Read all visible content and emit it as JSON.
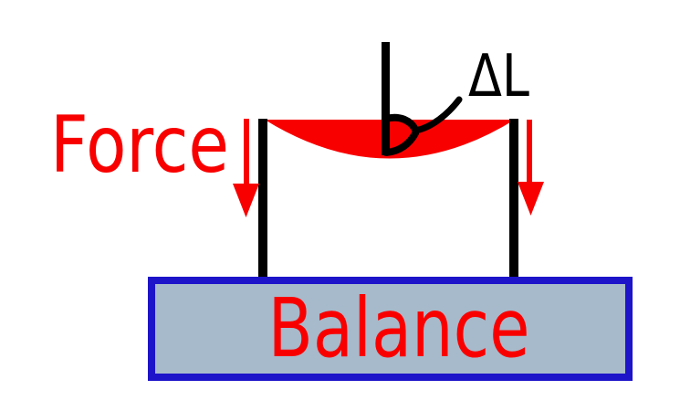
{
  "diagram": {
    "force_label": "Force",
    "delta_l_label": "ΔL",
    "balance_label": "Balance"
  },
  "colors": {
    "red": "#f90000",
    "black": "#000000",
    "balance_border": "#1d13c9",
    "balance_fill": "#a7bacb",
    "background": "#ffffff"
  }
}
